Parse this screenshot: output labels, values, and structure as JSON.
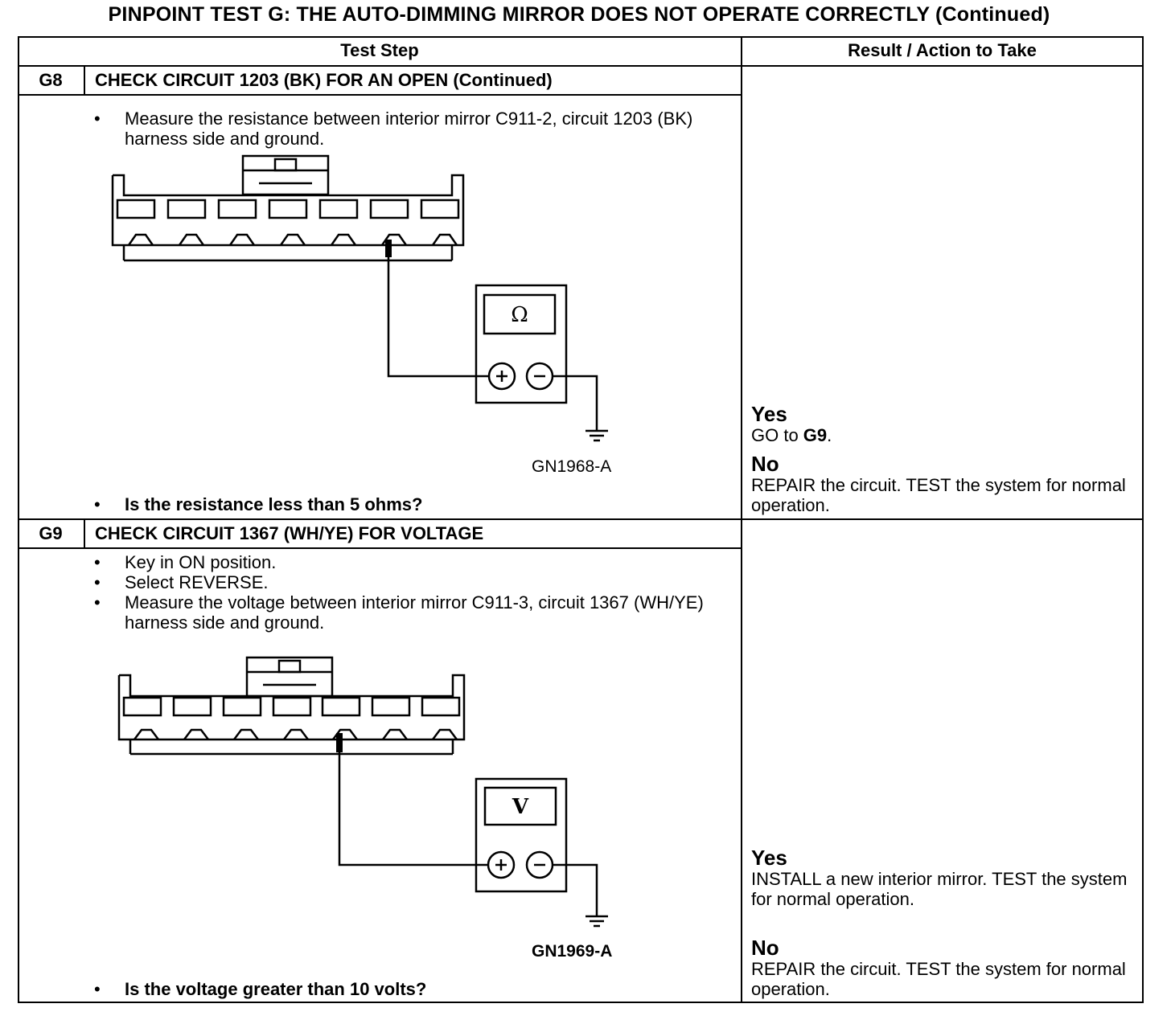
{
  "title": "PINPOINT TEST  G: THE AUTO-DIMMING MIRROR DOES NOT OPERATE CORRECTLY (Continued)",
  "headers": {
    "test_step": "Test Step",
    "result_action": "Result / Action to Take"
  },
  "steps": [
    {
      "id": "G8",
      "title": "CHECK CIRCUIT 1203 (BK) FOR AN OPEN (Continued)",
      "instructions": [
        "Measure the resistance between interior mirror C911-2, circuit 1203 (BK) harness side and ground."
      ],
      "meter_symbol": "Ω",
      "figure_id": "GN1968-A",
      "question": "Is the resistance less than 5 ohms?",
      "yes_label": "Yes",
      "yes_action_pre": "GO to ",
      "yes_action_target": "G9",
      "yes_action_post": ".",
      "no_label": "No",
      "no_action": "REPAIR the circuit. TEST the system for normal operation."
    },
    {
      "id": "G9",
      "title": "CHECK CIRCUIT 1367 (WH/YE) FOR VOLTAGE",
      "instructions": [
        "Key in ON position.",
        "Select REVERSE.",
        "Measure the voltage between interior mirror C911-3, circuit 1367 (WH/YE) harness side and ground."
      ],
      "meter_symbol": "V",
      "figure_id": "GN1969-A",
      "question": "Is the voltage greater than 10 volts?",
      "yes_label": "Yes",
      "yes_action": "INSTALL a new interior mirror.  TEST the system for normal operation.",
      "no_label": "No",
      "no_action": "REPAIR the circuit. TEST the system for normal operation."
    }
  ]
}
